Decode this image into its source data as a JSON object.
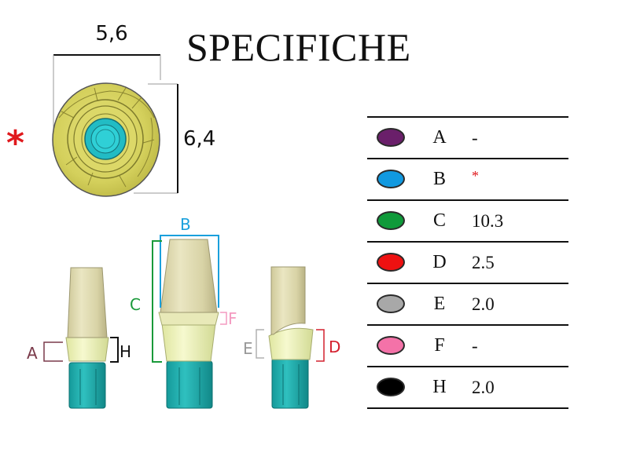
{
  "title": "SPECIFICHE",
  "top_view": {
    "width_label": "5,6",
    "height_label": "6,4",
    "marker": "*"
  },
  "diagram_labels": {
    "A": "A",
    "H": "H",
    "B": "B",
    "C": "C",
    "F": "F",
    "E": "E",
    "D": "D"
  },
  "colors": {
    "A": "#6a1f6a",
    "B": "#1199e0",
    "C": "#0f9a3a",
    "D": "#ee1111",
    "E": "#a8a8a8",
    "F": "#f472a8",
    "H": "#000000",
    "label_A": "#7a3a4a",
    "label_B": "#1aa0dc",
    "label_C": "#1a9a3a",
    "label_D": "#d4202e",
    "label_E": "#999999",
    "label_F": "#f49ac0",
    "label_H": "#111111",
    "asterisk": "#e0191d"
  },
  "specs": [
    {
      "key": "A",
      "value": "-"
    },
    {
      "key": "B",
      "value": "*"
    },
    {
      "key": "C",
      "value": "10.3"
    },
    {
      "key": "D",
      "value": "2.5"
    },
    {
      "key": "E",
      "value": "2.0"
    },
    {
      "key": "F",
      "value": "-"
    },
    {
      "key": "H",
      "value": "2.0"
    }
  ]
}
